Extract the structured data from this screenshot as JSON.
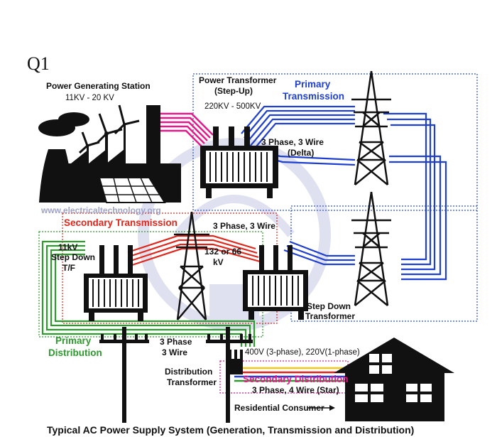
{
  "question_label": "Q1",
  "caption": "Typical AC Power Supply System (Generation, Transmission and Distribution)",
  "watermark": "www.electricaltechnology.org",
  "generating_station": {
    "title": "Power Generating Station",
    "voltage": "11KV - 20 KV"
  },
  "power_transformer": {
    "title": "Power Transformer",
    "subtitle": "(Step-Up)",
    "voltage": "220KV - 500KV"
  },
  "primary_transmission": {
    "line1": "Primary",
    "line2": "Transmission"
  },
  "transmission_wiring": {
    "line1": "3 Phase, 3 Wire",
    "line2": "(Delta)"
  },
  "secondary_transmission": {
    "label": "Secondary Transmission",
    "wiring": "3 Phase, 3 Wire",
    "voltage_line1": "132 or 66",
    "voltage_line2": "kV"
  },
  "step_down_tf": {
    "line1": "11kV",
    "line2": "Step Down",
    "line3": "T/F"
  },
  "step_down_transformer": {
    "line1": "Step Down",
    "line2": "Transformer"
  },
  "primary_distribution": {
    "line1": "Primary",
    "line2": "Distribution",
    "wiring_line1": "3 Phase",
    "wiring_line2": "3 Wire"
  },
  "distribution_transformer": {
    "line1": "Distribution",
    "line2": "Transformer"
  },
  "consumer_voltage": "400V (3-phase), 220V(1-phase)",
  "secondary_distribution": {
    "label": "Secondary Distribution",
    "wiring": "3 Phase, 4 Wire (Star)"
  },
  "residential_consumer": "Residential Consumer",
  "colors": {
    "pink": "#e8178a",
    "blue": "#1f3fd1",
    "red": "#e0251b",
    "green": "#2c9a2c",
    "yellow": "#f2c81a",
    "dotted_blue": "#2b55c8",
    "dotted_red": "#e0251b",
    "dotted_green": "#2c9a2c",
    "watermark": "#c5c9e6"
  }
}
